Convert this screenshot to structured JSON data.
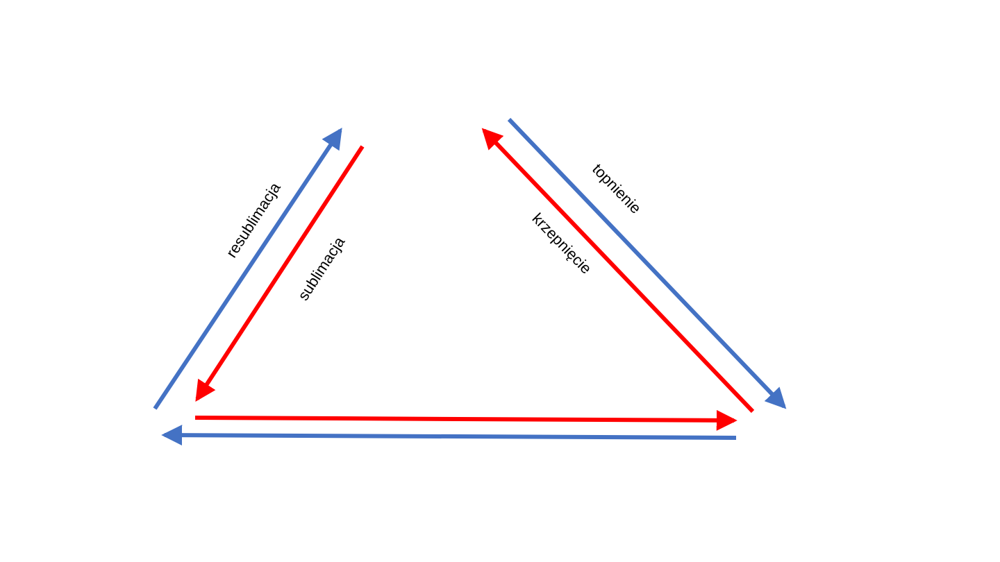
{
  "colors": {
    "background": "#ffffff",
    "blue_arrow": "#4472c4",
    "red_arrow": "#ff0000",
    "text": "#000000"
  },
  "labels": {
    "resublimation": "resublimacja",
    "sublimation": "sublimacja",
    "melting": "topnienie",
    "solidification": "krzepnięcie"
  }
}
